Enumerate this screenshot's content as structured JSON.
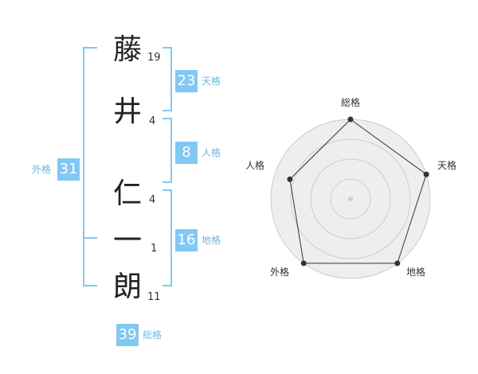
{
  "name_characters": [
    {
      "char": "藤",
      "strokes": "19"
    },
    {
      "char": "井",
      "strokes": "4"
    },
    {
      "char": "仁",
      "strokes": "4"
    },
    {
      "char": "一",
      "strokes": "1"
    },
    {
      "char": "朗",
      "strokes": "11"
    }
  ],
  "kaku": {
    "tenkaku": {
      "value": "23",
      "label": "天格"
    },
    "jinkaku": {
      "value": "8",
      "label": "人格"
    },
    "chikaku": {
      "value": "16",
      "label": "地格"
    },
    "gaikaku": {
      "value": "31",
      "label": "外格"
    },
    "soukaku": {
      "value": "39",
      "label": "総格"
    }
  },
  "radar": {
    "axes": [
      "総格",
      "天格",
      "地格",
      "外格",
      "人格"
    ],
    "values": [
      1.0,
      1.0,
      1.0,
      1.0,
      0.8
    ],
    "rings": 4
  },
  "colors": {
    "accent": "#81c8f3",
    "label_text": "#6cb7e6",
    "radar_fill": "#eeeeee",
    "radar_stroke": "#333333"
  }
}
